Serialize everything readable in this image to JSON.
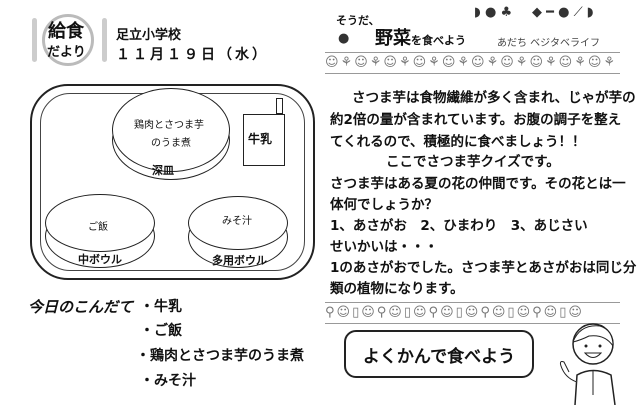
{
  "header": {
    "logo_text_1": "給食",
    "logo_text_2": "だより",
    "school": "足立小学校",
    "date": "１１月１９日（水）"
  },
  "tray": {
    "deep_plate_food_1": "鶏肉とさつま芋",
    "deep_plate_food_2": "のうま煮",
    "deep_plate_label": "深皿",
    "milk": "牛乳",
    "rice": "ご飯",
    "rice_bowl_label": "中ボウル",
    "soup": "みそ汁",
    "soup_bowl_label": "多用ボウル"
  },
  "menu": {
    "title": "今日のこんだて",
    "items": [
      "・牛乳",
      "・ご飯",
      "・鶏肉とさつま芋のうま煮",
      "・みそ汁"
    ]
  },
  "banner": {
    "pre": "そうだ、",
    "main": "野菜",
    "main_suffix": "を食べよう",
    "sub": "あだち ベジタベライフ"
  },
  "article": {
    "lines": [
      "さつま芋は食物繊維が多く含まれ、じゃが芋の",
      "約2倍の量が含まれています。お腹の調子を整え",
      "てくれるので、積極的に食べましょう！！",
      "ここでさつま芋クイズです。",
      "さつま芋はある夏の花の仲間です。その花とは一",
      "体何でしょうか？",
      "1、あさがお　2、ひまわり　3、あじさい",
      "せいかいは・・・",
      "1のあさがおでした。さつま芋とあさがおは同じ分",
      "類の植物になります。"
    ]
  },
  "slogan": "よくかんで食べよう"
}
